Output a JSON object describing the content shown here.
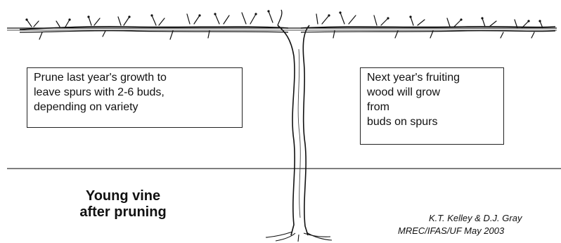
{
  "left_callout": {
    "lines": [
      "Prune last year's growth to",
      "leave spurs with 2-6 buds,",
      "depending on variety"
    ]
  },
  "right_callout": {
    "lines": [
      "Next year's fruiting",
      "wood will grow",
      "from",
      "buds on spurs"
    ]
  },
  "title": {
    "lines": [
      "Young vine",
      "after pruning"
    ]
  },
  "credit": {
    "lines": [
      "K.T. Kelley & D.J. Gray",
      "MREC/IFAS/UF May 2003"
    ]
  },
  "colors": {
    "ink": "#111111",
    "background": "#ffffff"
  },
  "icons": {
    "vine": "grapevine-drawing",
    "wire": "trellis-wire"
  }
}
